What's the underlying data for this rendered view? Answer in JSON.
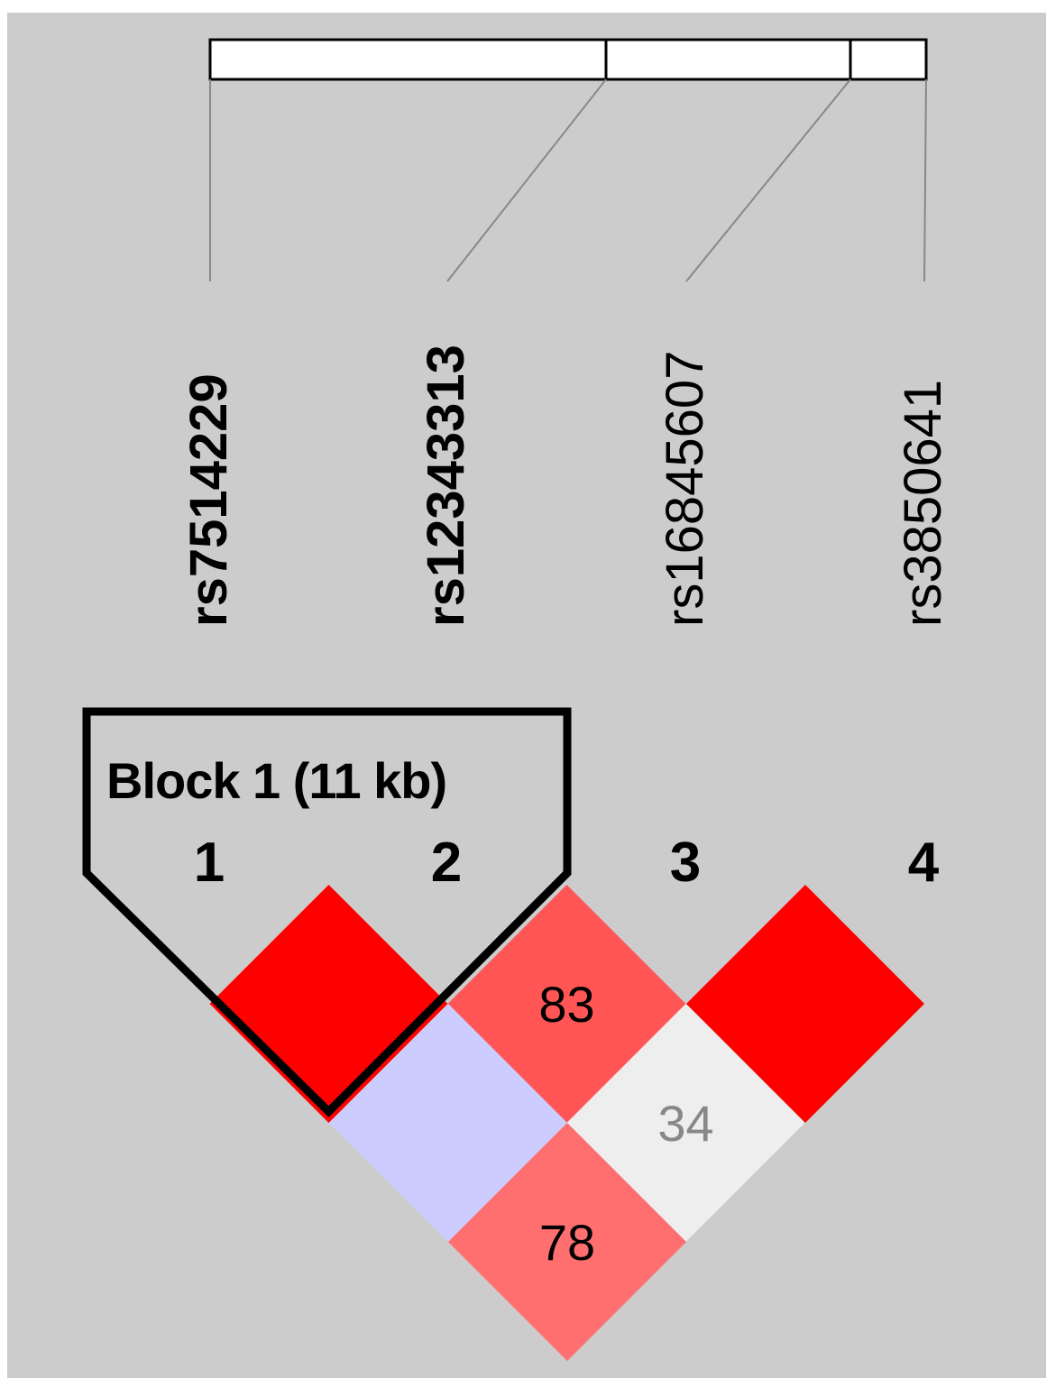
{
  "snps": [
    {
      "index": "1",
      "name": "rs7514229",
      "bold": true
    },
    {
      "index": "2",
      "name": "rs12343313",
      "bold": true
    },
    {
      "index": "3",
      "name": "rs16845607",
      "bold": false
    },
    {
      "index": "4",
      "name": "rs3850641",
      "bold": false
    }
  ],
  "block": {
    "label": "Block 1 (11 kb)",
    "members": [
      "1",
      "2"
    ]
  },
  "ld_cells": [
    {
      "pair": [
        "1",
        "2"
      ],
      "value": "",
      "color": "#ff0000",
      "text_color": "#000000"
    },
    {
      "pair": [
        "2",
        "3"
      ],
      "value": "83",
      "color": "#ff5555",
      "text_color": "#000000"
    },
    {
      "pair": [
        "3",
        "4"
      ],
      "value": "",
      "color": "#ff0000",
      "text_color": "#000000"
    },
    {
      "pair": [
        "1",
        "3"
      ],
      "value": "",
      "color": "#ccccff",
      "text_color": "#000000"
    },
    {
      "pair": [
        "2",
        "4"
      ],
      "value": "34",
      "color": "#eeeeee",
      "text_color": "#888888"
    },
    {
      "pair": [
        "1",
        "4"
      ],
      "value": "78",
      "color": "#ff6f6f",
      "text_color": "#000000"
    }
  ],
  "colors": {
    "background": "#cccccc",
    "panel_border": "#e0e0e0"
  }
}
